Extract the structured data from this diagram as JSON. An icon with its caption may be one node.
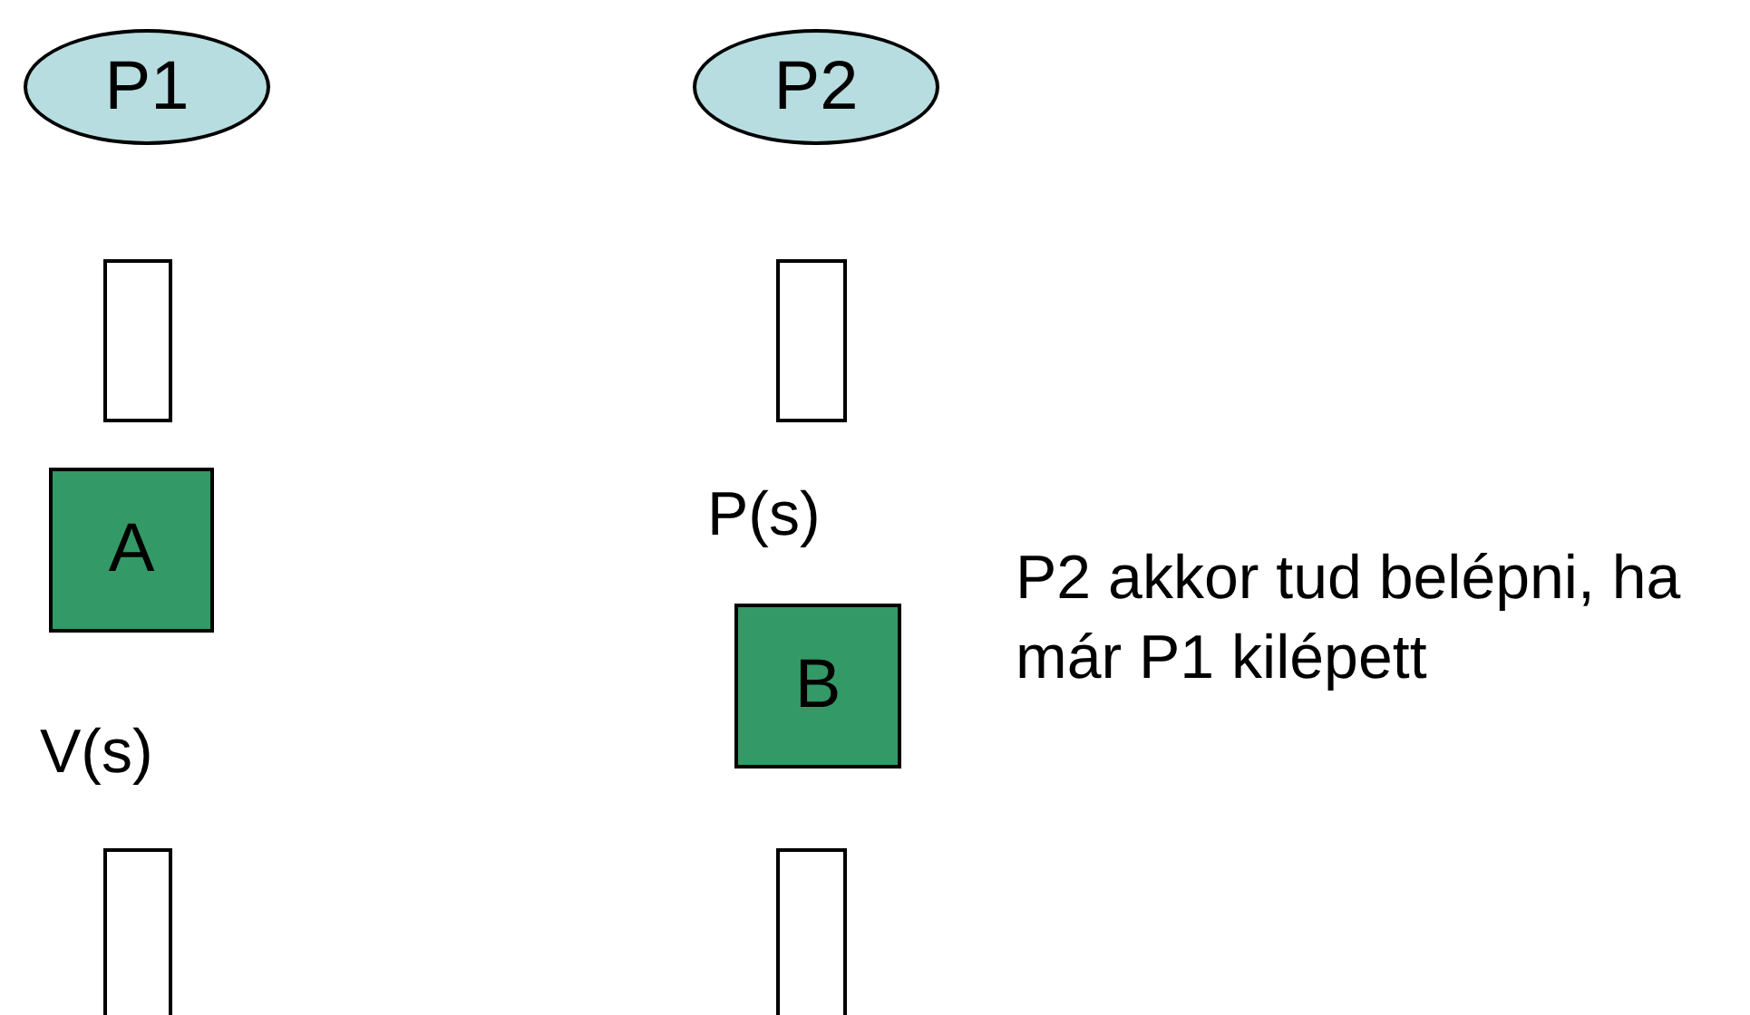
{
  "diagram": {
    "nodes": [
      {
        "text": [
          "P1"
        ]
      },
      {
        "text": [
          "P2"
        ]
      },
      {
        "text": [],
        "shape": "bar"
      },
      {
        "text": [],
        "shape": "bar"
      },
      {
        "text": [
          "A"
        ]
      },
      {
        "text": [
          "B"
        ]
      },
      {
        "text": [],
        "shape": "bar"
      },
      {
        "text": [],
        "shape": "bar"
      }
    ],
    "edges": [],
    "labels": [
      "P(s)",
      "P2 akkor tud belépni, ha már P1 kilépett",
      "V(s)"
    ]
  }
}
